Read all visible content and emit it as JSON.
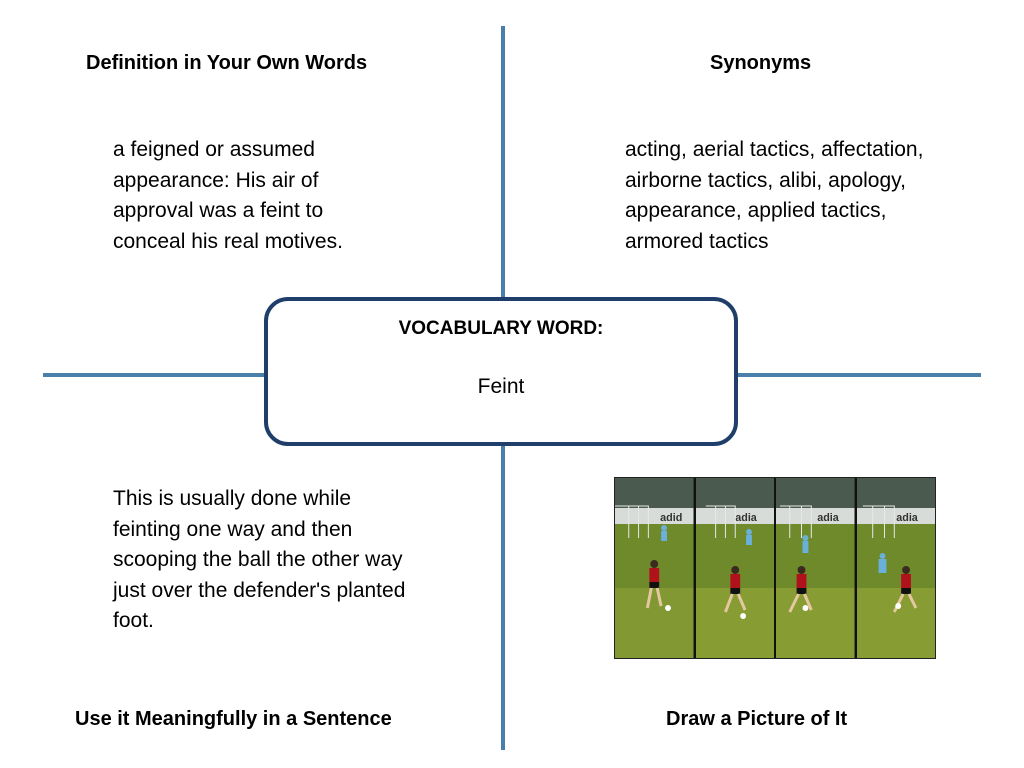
{
  "quadrants": {
    "definition": {
      "heading": "Definition in Your Own Words",
      "text": "a feigned or assumed appearance: His air of approval was a feint to conceal his real motives."
    },
    "synonyms": {
      "heading": "Synonyms",
      "text": "acting, aerial tactics, affectation, airborne tactics, alibi, apology, appearance, applied tactics, armored tactics"
    },
    "sentence": {
      "heading": "Use it Meaningfully in a Sentence",
      "text": "This is usually done while feinting one way and then scooping the ball the other way just over the defender's planted foot."
    },
    "picture": {
      "heading": "Draw a Picture of It"
    }
  },
  "vocabulary": {
    "label": "VOCABULARY WORD:",
    "word": "Feint"
  },
  "colors": {
    "divider": "#4a7eab",
    "box_border": "#1f3f6a",
    "pitch": "#6f8a2a",
    "jersey_red": "#b0121c",
    "keeper_blue": "#6ab0d8"
  },
  "picture_panels": [
    {
      "banner": "adid"
    },
    {
      "banner": "adia"
    },
    {
      "banner": "adia"
    },
    {
      "banner": "adia"
    }
  ]
}
